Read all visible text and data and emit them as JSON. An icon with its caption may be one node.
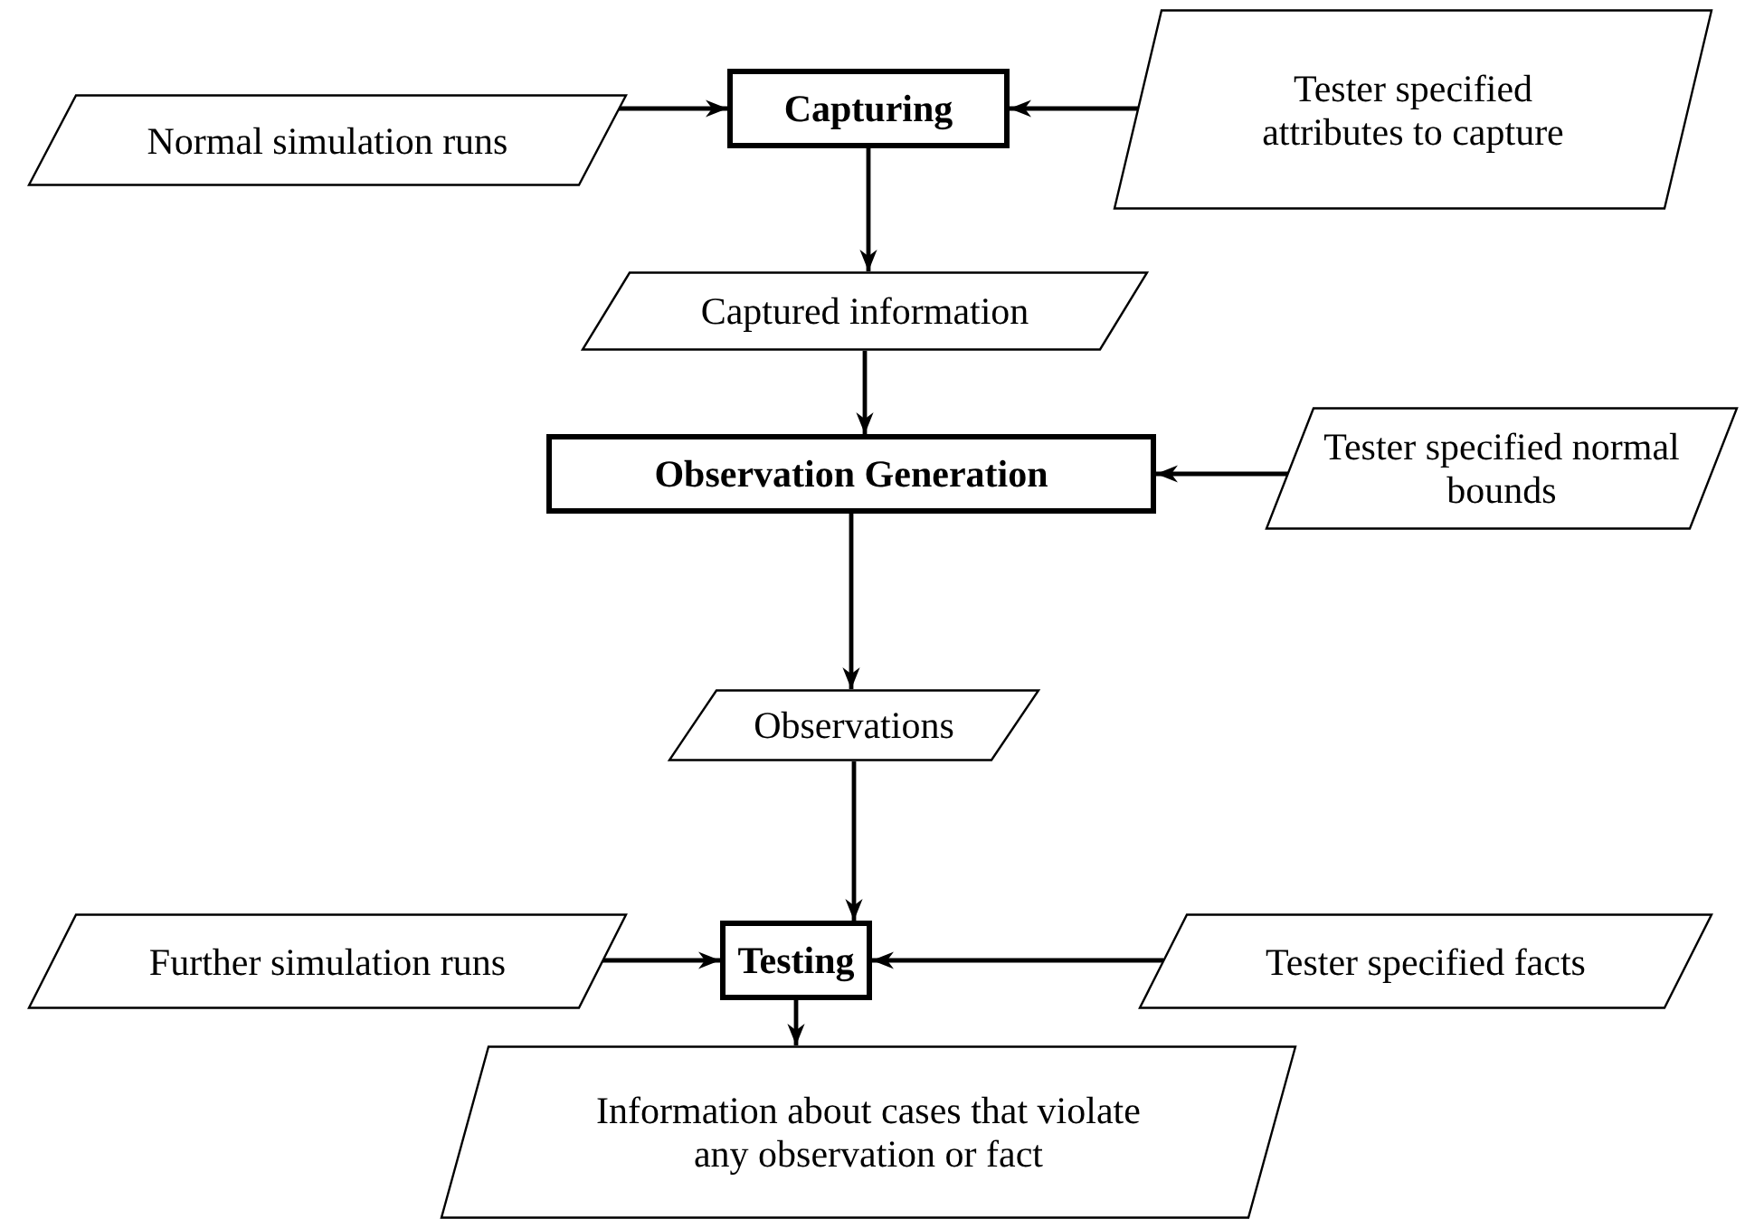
{
  "diagram": {
    "nodes": [
      {
        "text": [
          "Normal simulation runs"
        ]
      },
      {
        "text": [
          "Capturing"
        ]
      },
      {
        "text": [
          "Tester specified attributes to capture"
        ]
      },
      {
        "text": [
          "Captured information"
        ]
      },
      {
        "text": [
          "Observation Generation"
        ]
      },
      {
        "text": [
          "Tester specified normal bounds"
        ]
      },
      {
        "text": [
          "Observations"
        ]
      },
      {
        "text": [
          "Further simulation runs"
        ]
      },
      {
        "text": [
          "Testing"
        ]
      },
      {
        "text": [
          "Tester specified facts"
        ]
      },
      {
        "text": [
          "Information about cases that violate any observation or fact"
        ]
      }
    ],
    "edges": [
      {
        "from": 0,
        "to": 1,
        "arrow": "to"
      },
      {
        "from": 2,
        "to": 1,
        "arrow": "to"
      },
      {
        "from": 1,
        "to": 3,
        "arrow": "to"
      },
      {
        "from": 3,
        "to": 4,
        "arrow": "to"
      },
      {
        "from": 5,
        "to": 4,
        "arrow": "to"
      },
      {
        "from": 4,
        "to": 6,
        "arrow": "to"
      },
      {
        "from": 6,
        "to": 8,
        "arrow": "to"
      },
      {
        "from": 7,
        "to": 8,
        "arrow": "to"
      },
      {
        "from": 9,
        "to": 8,
        "arrow": "to"
      },
      {
        "from": 8,
        "to": 10,
        "arrow": "to"
      }
    ]
  }
}
